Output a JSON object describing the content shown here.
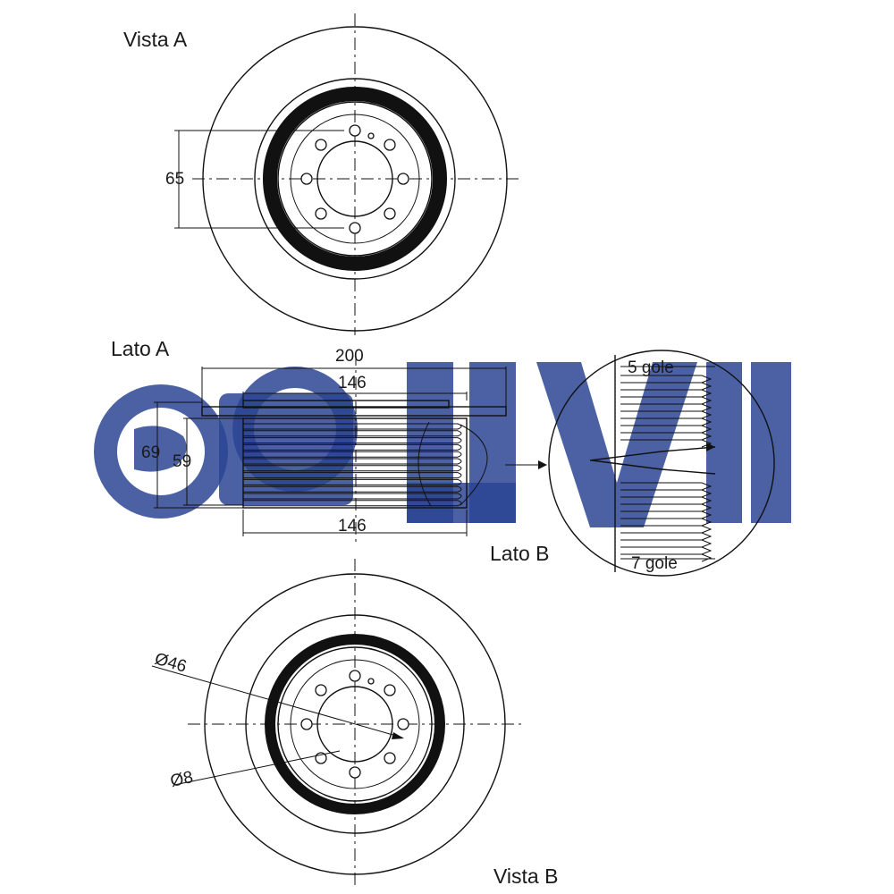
{
  "brand": {
    "watermark_text": "RUVILLE",
    "watermark_color": "#2b4594"
  },
  "views": {
    "vista_a": "Vista A",
    "vista_b": "Vista B",
    "lato_a": "Lato A",
    "lato_b": "Lato B"
  },
  "dimensions": {
    "d65": "65",
    "d200": "200",
    "d146_top": "146",
    "d69": "69",
    "d59": "59",
    "d146_bottom": "146",
    "d46": "Ø46",
    "d8": "Ø8"
  },
  "detail": {
    "grooves_top": "5 gole",
    "grooves_bottom": "7 gole"
  }
}
